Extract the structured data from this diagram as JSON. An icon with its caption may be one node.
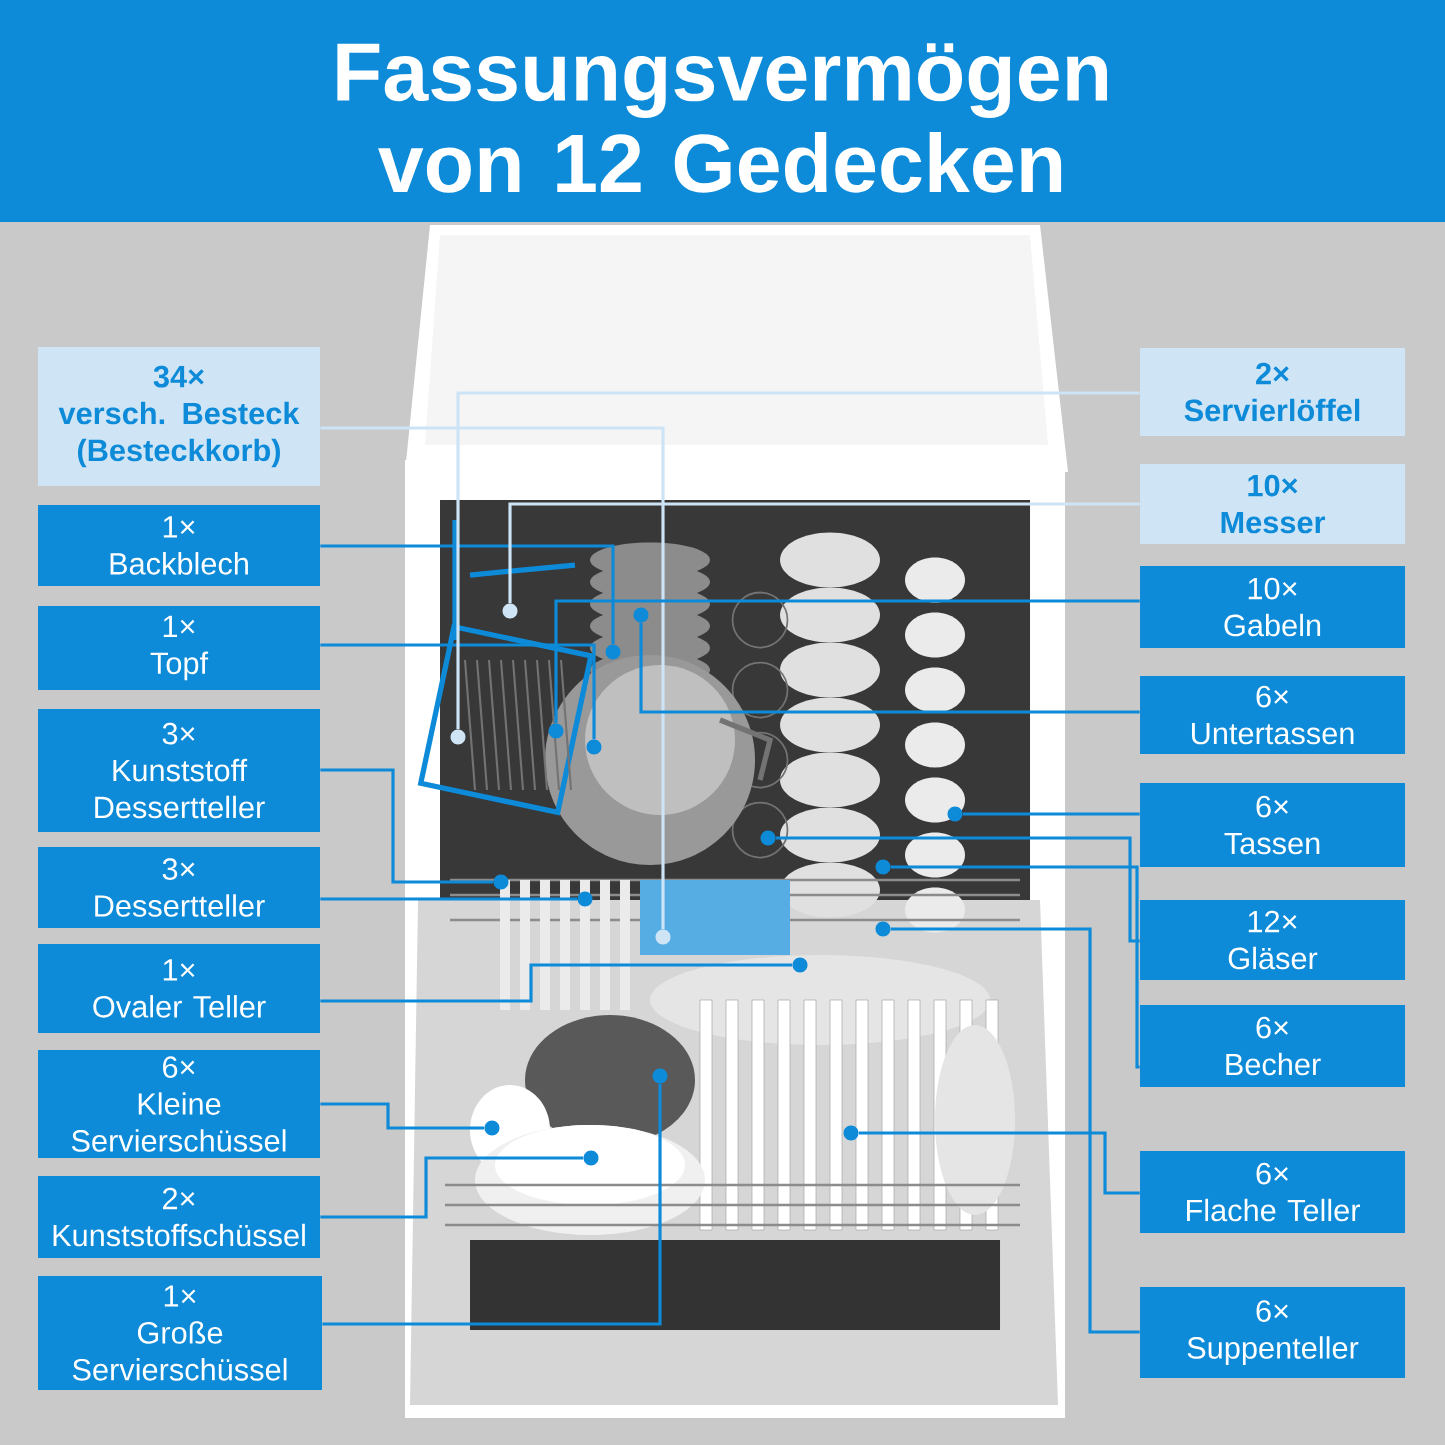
{
  "diagram": {
    "title": "Fassungsvermögen von 12 Gedecken",
    "nodes": [
      {
        "text": [
          "34×",
          "versch. Besteck (Besteckkorb)"
        ]
      },
      {
        "text": [
          "1×",
          "Backblech"
        ]
      },
      {
        "text": [
          "1×",
          "Topf"
        ]
      },
      {
        "text": [
          "3×",
          "Kunststoff Dessertteller"
        ]
      },
      {
        "text": [
          "3×",
          "Dessertteller"
        ]
      },
      {
        "text": [
          "1×",
          "Ovaler Teller"
        ]
      },
      {
        "text": [
          "6×",
          "Kleine Servierschüssel"
        ]
      },
      {
        "text": [
          "2×",
          "Kunststoffschüssel"
        ]
      },
      {
        "text": [
          "1×",
          "Große Servierschüssel"
        ]
      },
      {
        "text": [
          "2×",
          "Servierlöffel"
        ]
      },
      {
        "text": [
          "10×",
          "Messer"
        ]
      },
      {
        "text": [
          "10×",
          "Gabeln"
        ]
      },
      {
        "text": [
          "6×",
          "Untertassen"
        ]
      },
      {
        "text": [
          "6×",
          "Tassen"
        ]
      },
      {
        "text": [
          "12×",
          "Gläser"
        ]
      },
      {
        "text": [
          "6×",
          "Becher"
        ]
      },
      {
        "text": [
          "6×",
          "Flache Teller"
        ]
      },
      {
        "text": [
          "6×",
          "Suppenteller"
        ]
      },
      {
        "text": [],
        "shape": "circle"
      },
      {
        "text": [],
        "shape": "circle"
      },
      {
        "text": [],
        "shape": "circle"
      },
      {
        "text": [],
        "shape": "circle"
      },
      {
        "text": [],
        "shape": "circle"
      },
      {
        "text": [],
        "shape": "circle"
      },
      {
        "text": [],
        "shape": "circle"
      },
      {
        "text": [],
        "shape": "circle"
      },
      {
        "text": [],
        "shape": "circle"
      },
      {
        "text": [],
        "shape": "circle"
      },
      {
        "text": [],
        "shape": "circle"
      },
      {
        "text": [],
        "shape": "circle"
      },
      {
        "text": [],
        "shape": "circle"
      },
      {
        "text": [],
        "shape": "circle"
      },
      {
        "text": [],
        "shape": "circle"
      },
      {
        "text": [],
        "shape": "circle"
      },
      {
        "text": [],
        "shape": "circle"
      },
      {
        "text": [],
        "shape": "circle"
      }
    ],
    "edges": [
      {
        "from": 0,
        "to": 18,
        "arrow": "none",
        "color": "#cde4f6"
      },
      {
        "from": 1,
        "to": 19,
        "arrow": "none"
      },
      {
        "from": 2,
        "to": 20,
        "arrow": "none"
      },
      {
        "from": 3,
        "to": 21,
        "arrow": "none"
      },
      {
        "from": 4,
        "to": 22,
        "arrow": "none"
      },
      {
        "from": 5,
        "to": 23,
        "arrow": "none"
      },
      {
        "from": 6,
        "to": 24,
        "arrow": "none"
      },
      {
        "from": 7,
        "to": 25,
        "arrow": "none"
      },
      {
        "from": 8,
        "to": 26,
        "arrow": "none"
      },
      {
        "from": 9,
        "to": 27,
        "arrow": "none",
        "color": "#cde4f6"
      },
      {
        "from": 10,
        "to": 28,
        "arrow": "none",
        "color": "#cde4f6"
      },
      {
        "from": 11,
        "to": 29,
        "arrow": "none"
      },
      {
        "from": 12,
        "to": 30,
        "arrow": "none"
      },
      {
        "from": 13,
        "to": 31,
        "arrow": "none"
      },
      {
        "from": 14,
        "to": 32,
        "arrow": "none"
      },
      {
        "from": 15,
        "to": 33,
        "arrow": "none"
      },
      {
        "from": 16,
        "to": 34,
        "arrow": "none"
      },
      {
        "from": 17,
        "to": 35,
        "arrow": "none"
      }
    ]
  }
}
